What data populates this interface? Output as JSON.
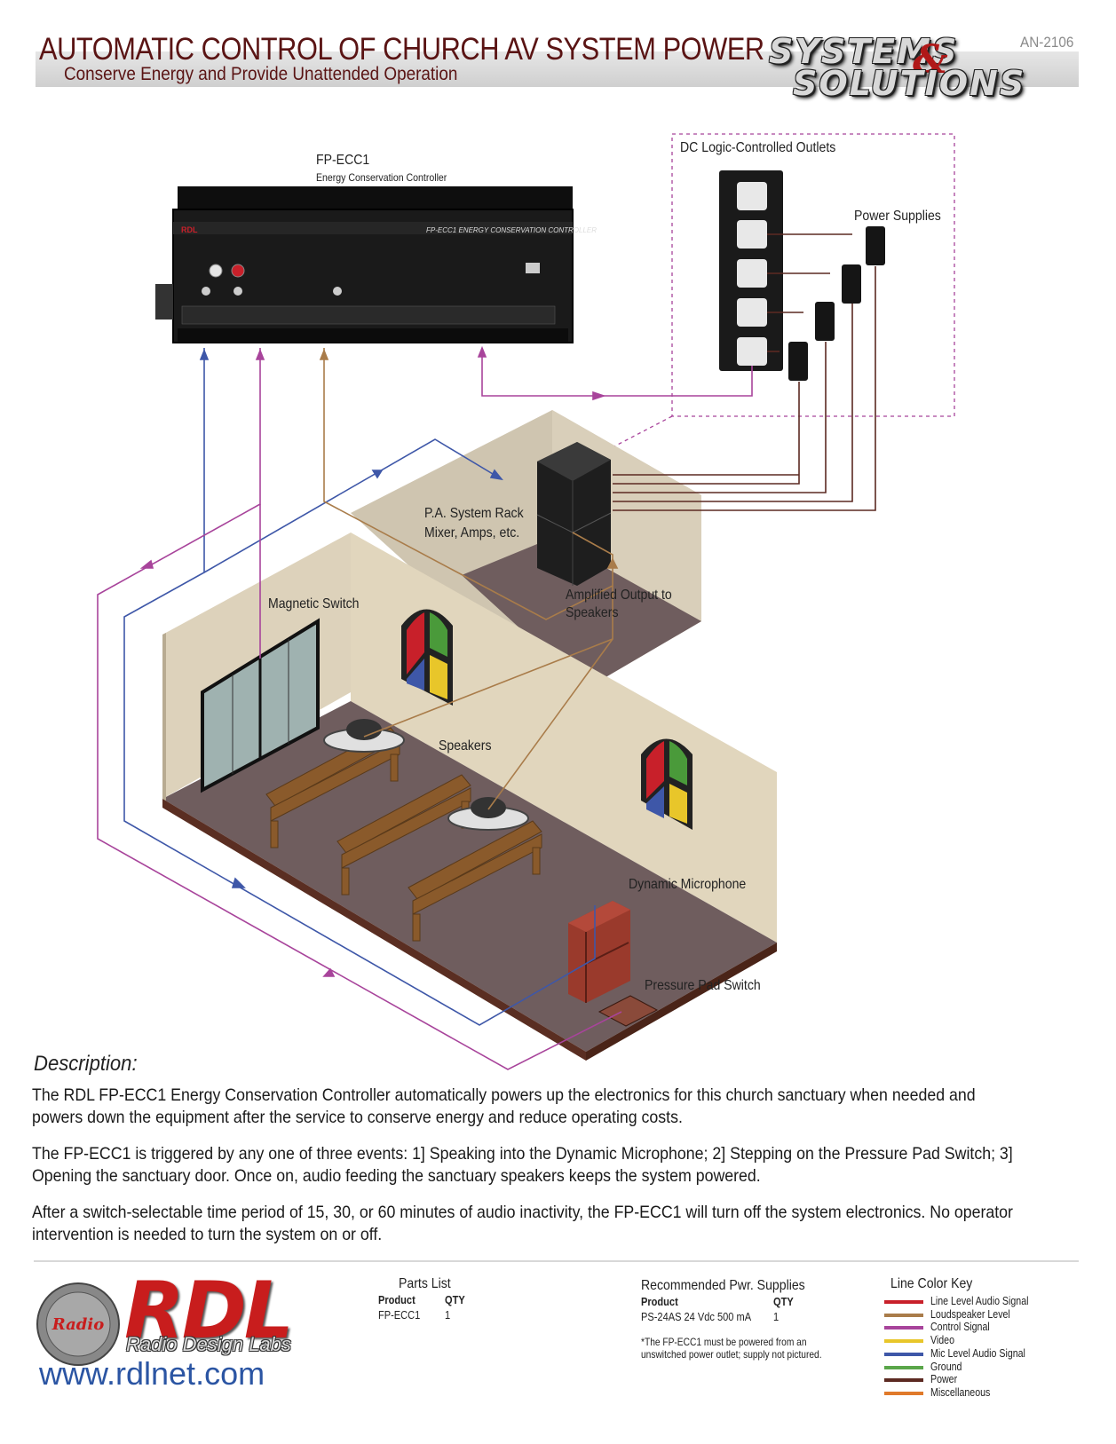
{
  "header": {
    "title": "AUTOMATIC CONTROL OF CHURCH AV SYSTEM POWER",
    "subtitle": "Conserve Energy and Provide Unattended Operation",
    "doc_number": "AN-2106",
    "logo_line1": "SYSTEMS",
    "logo_line2": "SOLUTIONS"
  },
  "diagram": {
    "controller_model": "FP-ECC1",
    "controller_name": "Energy Conservation Controller",
    "controller_faceplate": "FP-ECC1 ENERGY CONSERVATION CONTROLLER",
    "controller_brand": "RDL",
    "outlets_label": "DC Logic-Controlled Outlets",
    "power_supplies_label": "Power Supplies",
    "rack_label_line1": "P.A. System Rack",
    "rack_label_line2": "Mixer, Amps, etc.",
    "amp_output_line1": "Amplified Output to",
    "amp_output_line2": "Speakers",
    "magnetic_switch_label": "Magnetic Switch",
    "speakers_label": "Speakers",
    "microphone_label": "Dynamic Microphone",
    "pressure_pad_label": "Pressure Pad Switch"
  },
  "description": {
    "heading": "Description:",
    "paragraphs": [
      "The RDL FP-ECC1 Energy Conservation Controller automatically powers up the electronics for this church sanctuary when needed and powers down the equipment after the service to conserve energy and reduce operating costs.",
      "The FP-ECC1 is triggered by any one of three events: 1] Speaking into the Dynamic Microphone; 2] Stepping on the Pressure Pad Switch; 3] Opening the sanctuary door.  Once on, audio feeding the sanctuary speakers keeps the system powered.",
      "After a switch-selectable time period of 15, 30, or 60 minutes of audio inactivity, the FP-ECC1 will turn off the system electronics. No operator intervention is needed to turn the system on or off."
    ]
  },
  "footer": {
    "brand": "RDL",
    "brand_sub": "Radio Design Labs",
    "url": "www.rdlnet.com",
    "parts_list": {
      "heading": "Parts List",
      "col_product": "Product",
      "col_qty": "QTY",
      "rows": [
        {
          "product": "FP-ECC1",
          "qty": "1"
        }
      ]
    },
    "power_supplies": {
      "heading": "Recommended Pwr. Supplies",
      "col_product": "Product",
      "col_qty": "QTY",
      "rows": [
        {
          "product": "PS-24AS 24 Vdc 500 mA",
          "qty": "1"
        }
      ],
      "note_line1": "*The FP-ECC1 must be powered from an",
      "note_line2": "unswitched power outlet; supply not pictured."
    },
    "color_key": {
      "heading": "Line Color Key",
      "items": [
        {
          "label": "Line Level Audio Signal",
          "color": "#c8202a"
        },
        {
          "label": "Loudspeaker Level",
          "color": "#a97c4a"
        },
        {
          "label": "Control Signal",
          "color": "#a8449b"
        },
        {
          "label": "Video",
          "color": "#e8c62a"
        },
        {
          "label": "Mic Level Audio Signal",
          "color": "#3e57a8"
        },
        {
          "label": "Ground",
          "color": "#5aa64a"
        },
        {
          "label": "Power",
          "color": "#5c2a22"
        },
        {
          "label": "Miscellaneous",
          "color": "#e07a2a"
        }
      ]
    }
  }
}
